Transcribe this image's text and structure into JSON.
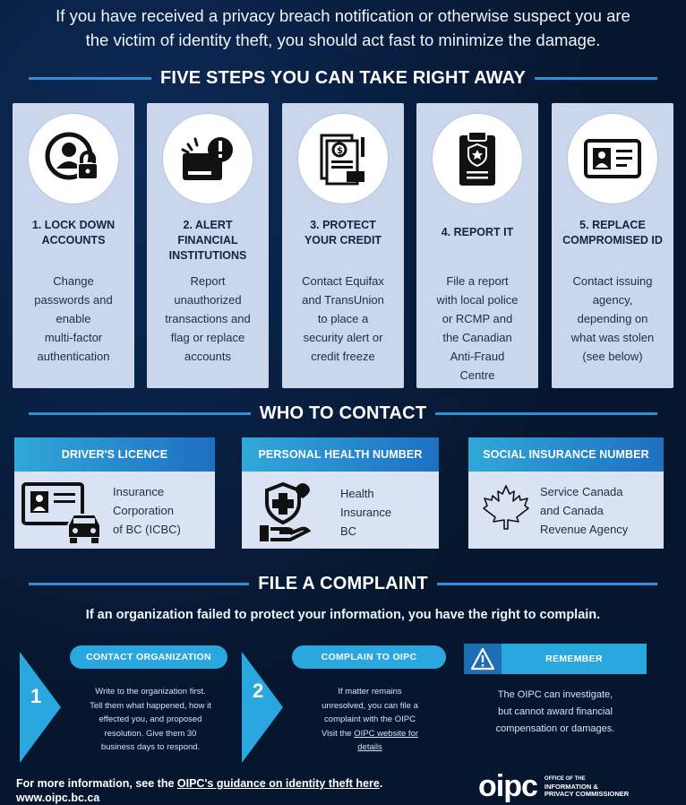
{
  "intro": {
    "line1": "If you have received a privacy breach notification or otherwise suspect you are",
    "line2": "the victim of identity theft, you should act fast to minimize the damage."
  },
  "sections": {
    "steps_title": "FIVE STEPS YOU CAN TAKE RIGHT AWAY",
    "contact_title": "WHO TO CONTACT",
    "complaint_title": "FILE A COMPLAINT"
  },
  "steps": [
    {
      "title": [
        "1. LOCK DOWN",
        "ACCOUNTS"
      ],
      "desc": [
        "Change",
        "passwords and",
        "enable",
        "multi-factor",
        "authentication"
      ],
      "icon": "user-lock-icon"
    },
    {
      "title": [
        "2. ALERT",
        "FINANCIAL",
        "INSTITUTIONS"
      ],
      "desc": [
        "Report",
        "unauthorized",
        "transactions and",
        "flag or replace",
        "accounts"
      ],
      "icon": "card-alert-icon"
    },
    {
      "title": [
        "3. PROTECT",
        "YOUR CREDIT"
      ],
      "desc": [
        "Contact Equifax",
        "and TransUnion",
        "to place a",
        "security alert or",
        "credit freeze"
      ],
      "icon": "credit-document-icon"
    },
    {
      "title": [
        "4. REPORT IT"
      ],
      "desc": [
        "File a report",
        "with local police",
        "or RCMP and",
        "the Canadian",
        "Anti-Fraud",
        "Centre"
      ],
      "icon": "police-clipboard-icon"
    },
    {
      "title": [
        "5. REPLACE",
        "COMPROMISED ID"
      ],
      "desc": [
        "Contact issuing",
        "agency,",
        "depending on",
        "what was stolen",
        "(see below)"
      ],
      "icon": "id-card-icon"
    }
  ],
  "contacts": [
    {
      "header": "DRIVER'S LICENCE",
      "text": [
        "Insurance",
        "Corporation",
        "of BC (ICBC)"
      ],
      "icon": "licence-car-icon"
    },
    {
      "header": "PERSONAL HEALTH NUMBER",
      "text": [
        "Health",
        "Insurance",
        "BC"
      ],
      "icon": "health-shield-hand-icon"
    },
    {
      "header": "SOCIAL INSURANCE NUMBER",
      "text": [
        "Service Canada",
        "and Canada",
        "Revenue Agency"
      ],
      "icon": "maple-leaf-icon"
    }
  ],
  "complaint": {
    "tagline": "If an organization failed to protect your information, you have the right to complain.",
    "step1": {
      "num": "1",
      "label": "CONTACT ORGANIZATION",
      "text": [
        "Write to the organization first.",
        "Tell them what happened, how it",
        "effected you, and proposed",
        "resolution. Give them 30",
        "business days to respond."
      ]
    },
    "step2": {
      "num": "2",
      "label": "COMPLAIN TO OIPC",
      "text": [
        "If matter remains",
        "unresolved, you can file a",
        "complaint with the OIPC"
      ],
      "visit": "Visit the ",
      "link": "OIPC website for",
      "link2": "details"
    },
    "remember": {
      "label": "REMEMBER",
      "text": [
        "The OIPC can investigate,",
        "but cannot award financial",
        "compensation or damages."
      ]
    }
  },
  "footer": {
    "prefix": "For more information, see the ",
    "link": "OIPC's guidance on identity theft here",
    "suffix": ".",
    "url": "www.oipc.bc.ca"
  },
  "logo": {
    "name": "oipc",
    "sub1": "OFFICE OF THE",
    "sub2": "INFORMATION &",
    "sub3": "PRIVACY COMMISSIONER"
  },
  "colors": {
    "background": "#06162e",
    "accent": "#2aa7de",
    "card": "#c9d6ec"
  }
}
